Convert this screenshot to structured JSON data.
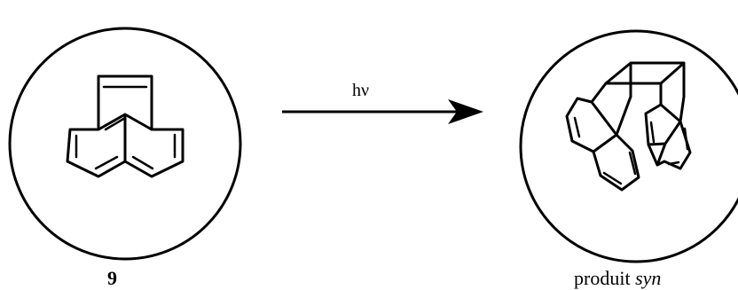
{
  "scheme": {
    "reactant": {
      "label": "9"
    },
    "arrow": {
      "condition": "hν"
    },
    "product": {
      "label_prefix": "produit ",
      "label_emphasis": "syn"
    }
  },
  "colors": {
    "ink": "#000000",
    "background": "#ffffff"
  }
}
